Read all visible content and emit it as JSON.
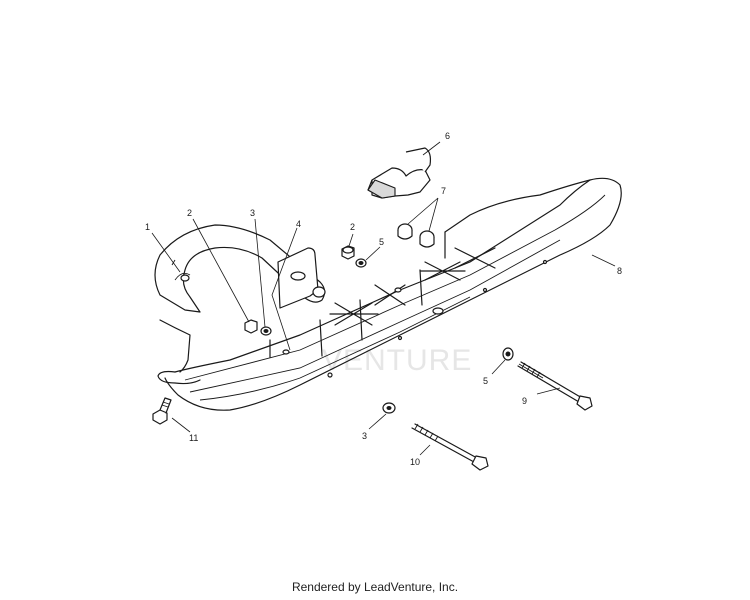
{
  "callouts": {
    "c1": "1",
    "c2a": "2",
    "c3a": "3",
    "c4": "4",
    "c2b": "2",
    "c5a": "5",
    "c6": "6",
    "c7": "7",
    "c8": "8",
    "c5b": "5",
    "c9": "9",
    "c3b": "3",
    "c10": "10",
    "c11": "11"
  },
  "watermark": "VENTURE",
  "footer": "Rendered by LeadVenture, Inc."
}
